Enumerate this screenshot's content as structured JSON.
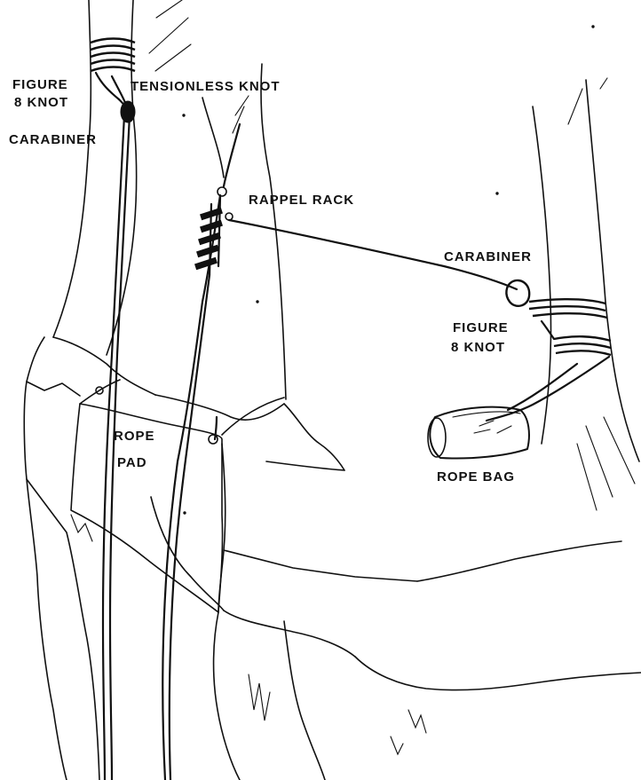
{
  "labels": {
    "figure8_left_line1": "FIGURE",
    "figure8_left_line2": "8 KNOT",
    "carabiner_left": "CARABINER",
    "tensionless_knot": "TENSIONLESS KNOT",
    "rappel_rack": "RAPPEL RACK",
    "carabiner_right": "CARABINER",
    "figure8_right_line1": "FIGURE",
    "figure8_right_line2": "8 KNOT",
    "rope_pad_line1": "ROPE",
    "rope_pad_line2": "PAD",
    "rope_bag": "ROPE BAG"
  },
  "colors": {
    "ink": "#111111",
    "paper": "#ffffff"
  }
}
